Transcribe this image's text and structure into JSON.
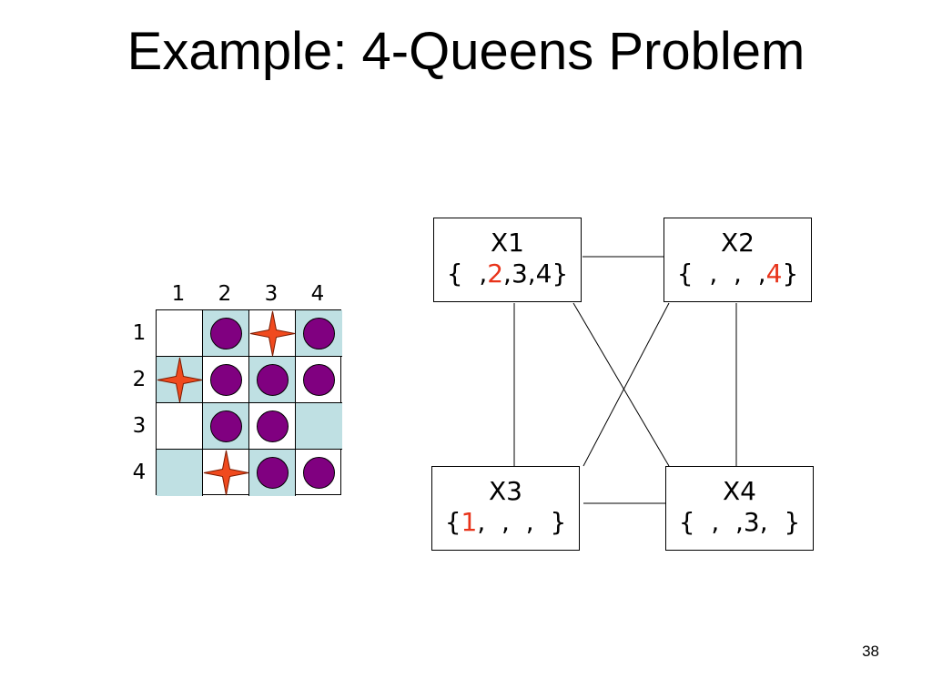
{
  "title": "Example: 4-Queens Problem",
  "board": {
    "column_labels": [
      "1",
      "2",
      "3",
      "4"
    ],
    "row_labels": [
      "1",
      "2",
      "3",
      "4"
    ],
    "colors": {
      "shaded": "#bfe0e3",
      "queen": "#f04a1e",
      "eliminated": "#800080"
    },
    "cells": [
      [
        "empty",
        "eliminated",
        "queen",
        "eliminated"
      ],
      [
        "queen",
        "eliminated",
        "eliminated",
        "eliminated"
      ],
      [
        "empty",
        "eliminated",
        "eliminated",
        "empty"
      ],
      [
        "empty",
        "queen",
        "eliminated",
        "eliminated"
      ]
    ],
    "shaded": [
      [
        false,
        true,
        false,
        true
      ],
      [
        true,
        false,
        true,
        false
      ],
      [
        false,
        true,
        false,
        true
      ],
      [
        true,
        false,
        true,
        false
      ]
    ]
  },
  "graph": {
    "nodes": [
      {
        "id": "X1",
        "name": "X1",
        "domain": [
          {
            "text": "{  ,"
          },
          {
            "text": "2",
            "highlight": true
          },
          {
            "text": ",3,4}"
          }
        ]
      },
      {
        "id": "X2",
        "name": "X2",
        "domain": [
          {
            "text": "{  ,  ,  ,"
          },
          {
            "text": "4",
            "highlight": true
          },
          {
            "text": "}"
          }
        ]
      },
      {
        "id": "X3",
        "name": "X3",
        "domain": [
          {
            "text": "{"
          },
          {
            "text": "1",
            "highlight": true
          },
          {
            "text": ",  ,  ,  }"
          }
        ]
      },
      {
        "id": "X4",
        "name": "X4",
        "domain": [
          {
            "text": "{  ,  ,3,  }"
          }
        ]
      }
    ],
    "edges": [
      [
        "X1",
        "X2"
      ],
      [
        "X1",
        "X3"
      ],
      [
        "X1",
        "X4"
      ],
      [
        "X2",
        "X3"
      ],
      [
        "X2",
        "X4"
      ],
      [
        "X3",
        "X4"
      ]
    ],
    "highlight_color": "#e8331a"
  },
  "page_number": "38"
}
